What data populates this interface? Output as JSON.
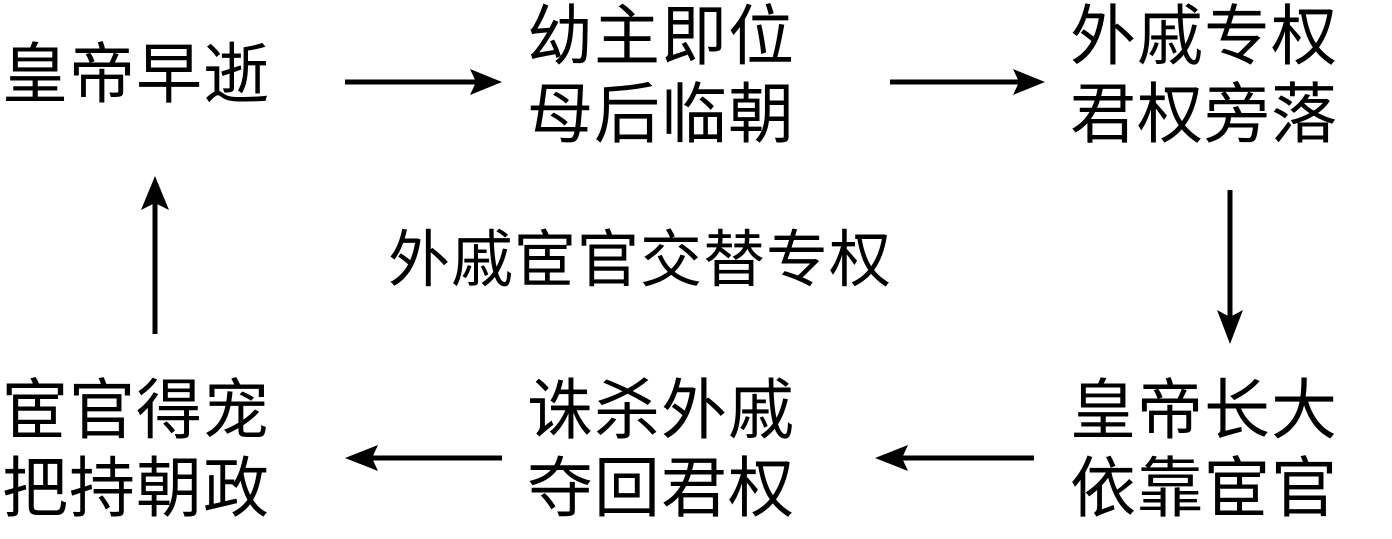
{
  "diagram": {
    "title": "外戚宦官交替专权",
    "background_color": "#ffffff",
    "ink_color": "#000000",
    "center_label": "外戚宦官交替专权",
    "nodes": {
      "top_left": {
        "line1": "皇帝早逝",
        "line2": ""
      },
      "top_center": {
        "line1": "幼主即位",
        "line2": "母后临朝"
      },
      "top_right": {
        "line1": "外戚专权",
        "line2": "君权旁落"
      },
      "bottom_right": {
        "line1": "皇帝长大",
        "line2": "依靠宦官"
      },
      "bottom_center": {
        "line1": "诛杀外戚",
        "line2": "夺回君权"
      },
      "bottom_left": {
        "line1": "宦官得宠",
        "line2": "把持朝政"
      }
    },
    "arrows": [
      {
        "id": "top-left",
        "direction": "right",
        "from": "top_left",
        "to": "top_center"
      },
      {
        "id": "top-right",
        "direction": "right",
        "from": "top_center",
        "to": "top_right"
      },
      {
        "id": "right-down",
        "direction": "down",
        "from": "top_right",
        "to": "bottom_right"
      },
      {
        "id": "bottom-right",
        "direction": "left",
        "from": "bottom_right",
        "to": "bottom_center"
      },
      {
        "id": "bottom-left",
        "direction": "left",
        "from": "bottom_center",
        "to": "bottom_left"
      },
      {
        "id": "left-up",
        "direction": "up",
        "from": "bottom_left",
        "to": "top_left"
      }
    ]
  }
}
